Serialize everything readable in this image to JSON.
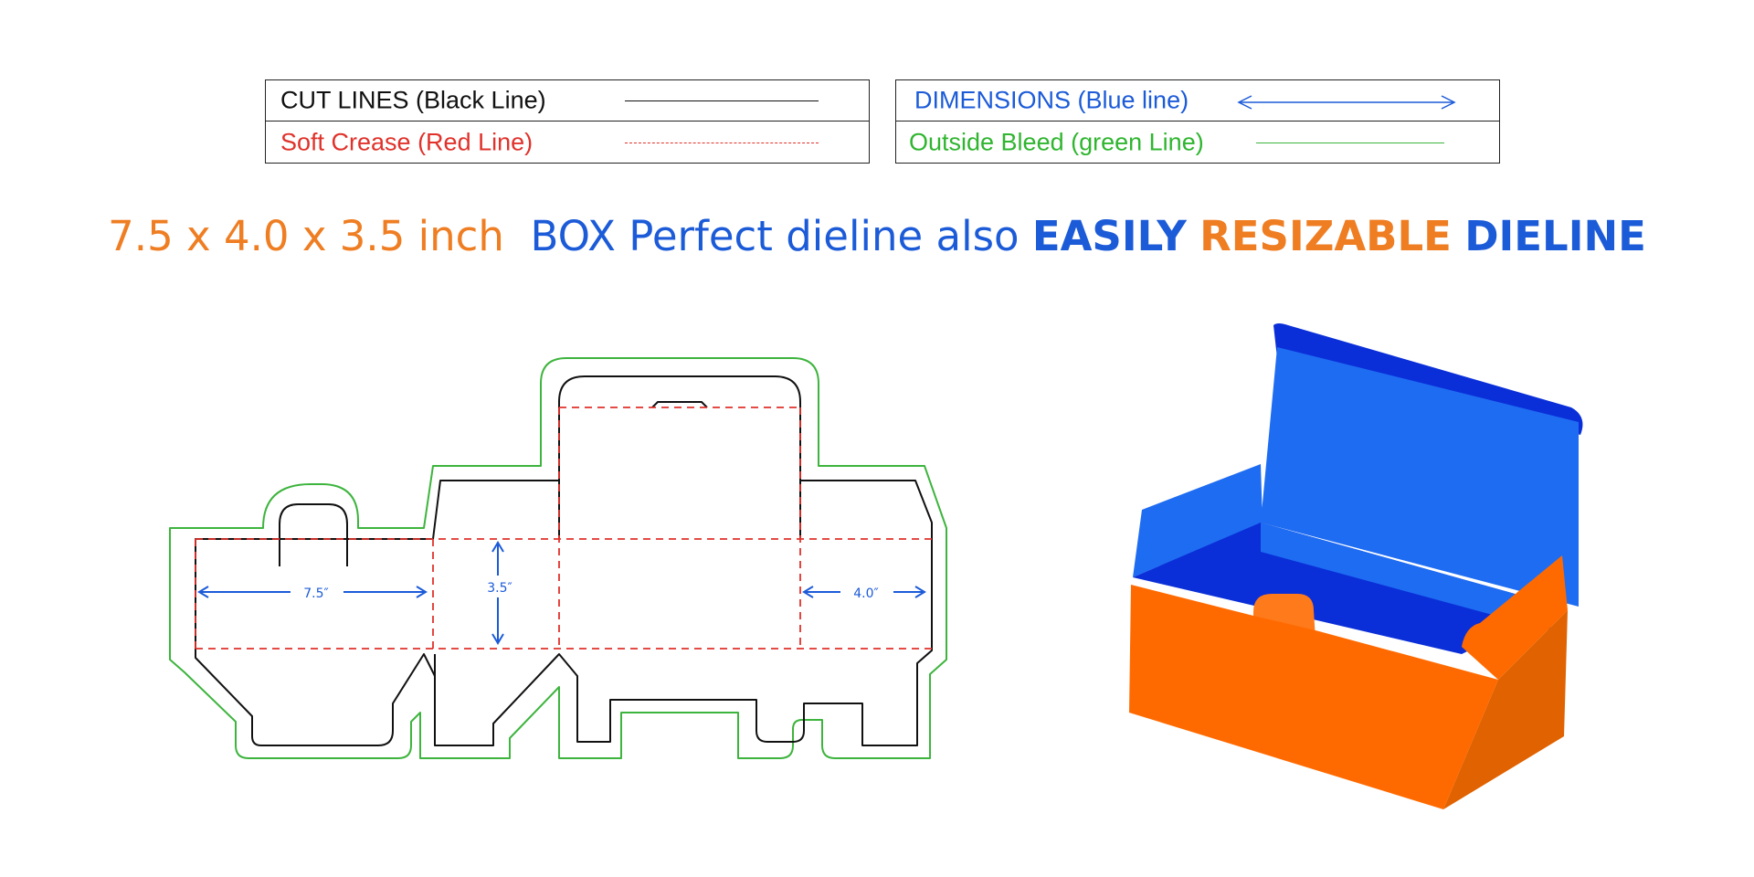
{
  "legend": {
    "cut_lines": "CUT LINES (Black Line)",
    "soft_crease": "Soft Crease (Red Line)",
    "dimensions": "DIMENSIONS (Blue line)",
    "outside_bleed": "Outside Bleed (green Line)"
  },
  "title": {
    "size": "7.5 x 4.0 x 3.5 inch",
    "box_text": "BOX Perfect dieline also",
    "easily": "EASILY",
    "resizable": "RESIZABLE",
    "dieline": "DIELINE"
  },
  "dimensions": {
    "length": "7.5″",
    "height": "3.5″",
    "width": "4.0″"
  },
  "colors": {
    "cut": "#111111",
    "crease": "#e0322b",
    "dimension": "#1c5bd8",
    "bleed": "#3db43d",
    "orange": "#ef7d22",
    "box_orange": "#ff6a00",
    "box_blue": "#1e6cf2",
    "box_dark_blue": "#0a2fd8"
  }
}
